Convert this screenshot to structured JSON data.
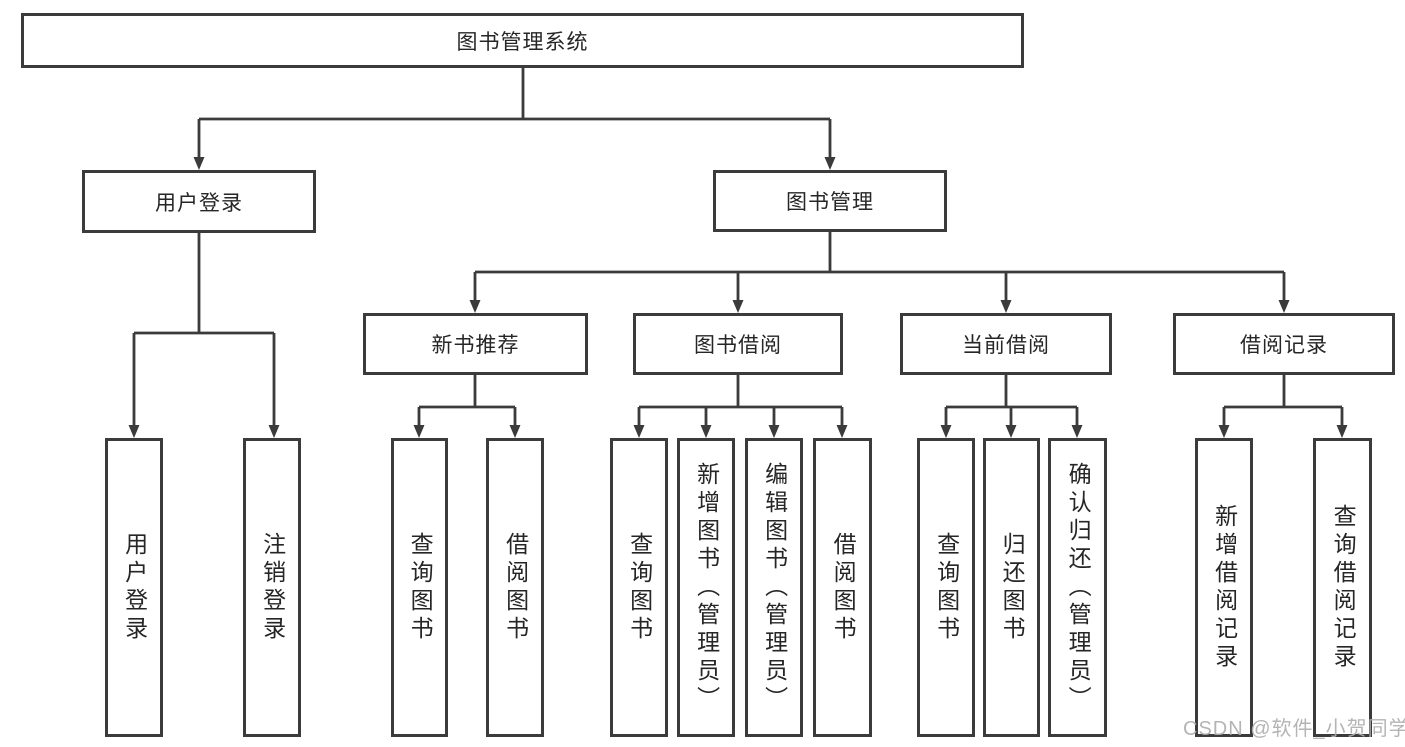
{
  "colors": {
    "line": "#3b3b3b",
    "node_border": "#3b3b3b",
    "node_text": "#262626",
    "background": "#ffffff",
    "watermark": "#aeaeae"
  },
  "tree": {
    "label": "图书管理系统",
    "children": [
      {
        "label": "用户登录",
        "children": [
          {
            "label": "用户登录"
          },
          {
            "label": "注销登录"
          }
        ]
      },
      {
        "label": "图书管理",
        "children": [
          {
            "label": "新书推荐",
            "children": [
              {
                "label": "查询图书"
              },
              {
                "label": "借阅图书"
              }
            ]
          },
          {
            "label": "图书借阅",
            "children": [
              {
                "label": "查询图书"
              },
              {
                "label": "新增图书（管理员）"
              },
              {
                "label": "编辑图书（管理员）"
              },
              {
                "label": "借阅图书"
              }
            ]
          },
          {
            "label": "当前借阅",
            "children": [
              {
                "label": "查询图书"
              },
              {
                "label": "归还图书"
              },
              {
                "label": "确认归还（管理员）"
              }
            ]
          },
          {
            "label": "借阅记录",
            "children": [
              {
                "label": "新增借阅记录"
              },
              {
                "label": "查询借阅记录"
              }
            ]
          }
        ]
      }
    ]
  },
  "watermark": {
    "text": "CSDN @软件_小贺同学"
  }
}
